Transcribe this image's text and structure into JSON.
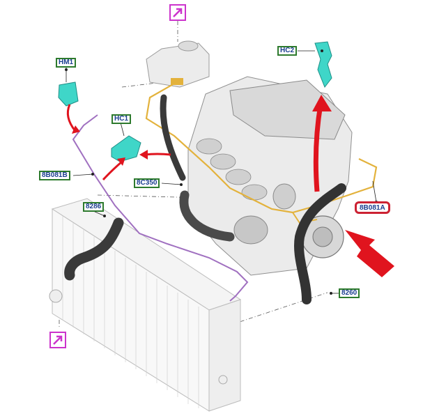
{
  "labels": {
    "hm1": "HM1",
    "hc1": "HC1",
    "hc2": "HC2",
    "b081b": "8B081B",
    "b081a": "8B081A",
    "c350": "8C350",
    "p8286": "8286",
    "p8260": "8260"
  },
  "colors": {
    "callout_border": "#2d7a2d",
    "callout_text": "#1a3d8f",
    "highlight": "#cc2233",
    "arrow_red": "#e0141e",
    "hose_dark": "#3a3a3a",
    "harness_gold": "#e3b23c",
    "pipe_purple": "#a070c0",
    "clip_cyan": "#3fd6c8",
    "nav_magenta": "#cc33cc"
  },
  "icons": [
    "navigate-arrow-icon",
    "navigate-arrow-icon"
  ]
}
